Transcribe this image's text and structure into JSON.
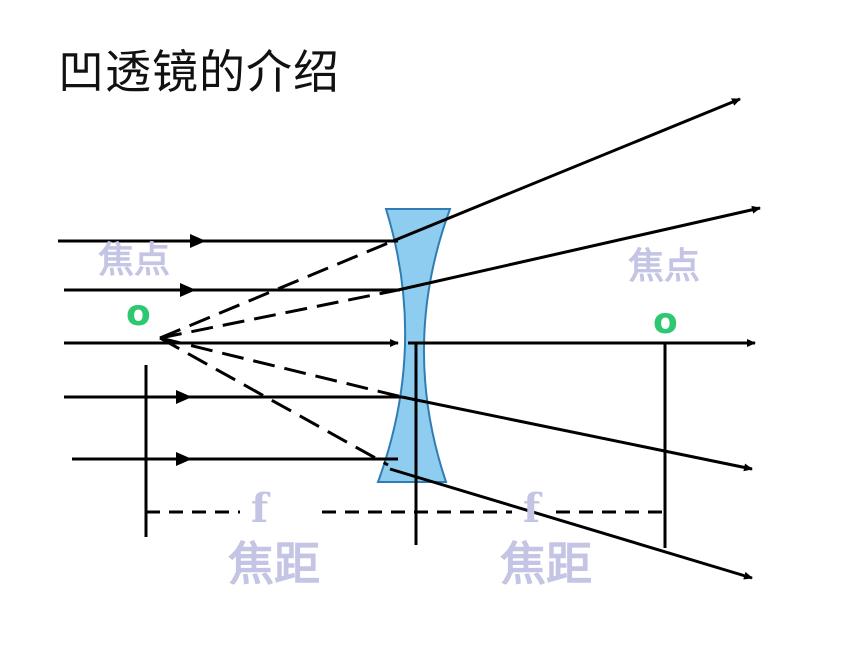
{
  "title": "凹透镜的介绍",
  "labels": {
    "focus_left": "焦点",
    "focus_right": "焦点",
    "focus_point_left": "o",
    "focus_point_right": "o",
    "f_left": "f",
    "f_right": "f",
    "focal_length_left": "焦距",
    "focal_length_right": "焦距"
  },
  "colors": {
    "lens_fill": "#8ecdf0",
    "lens_stroke": "#2f7db3",
    "ray": "#000000",
    "label": "#c4c4e4",
    "focus_point": "#2ec873"
  }
}
